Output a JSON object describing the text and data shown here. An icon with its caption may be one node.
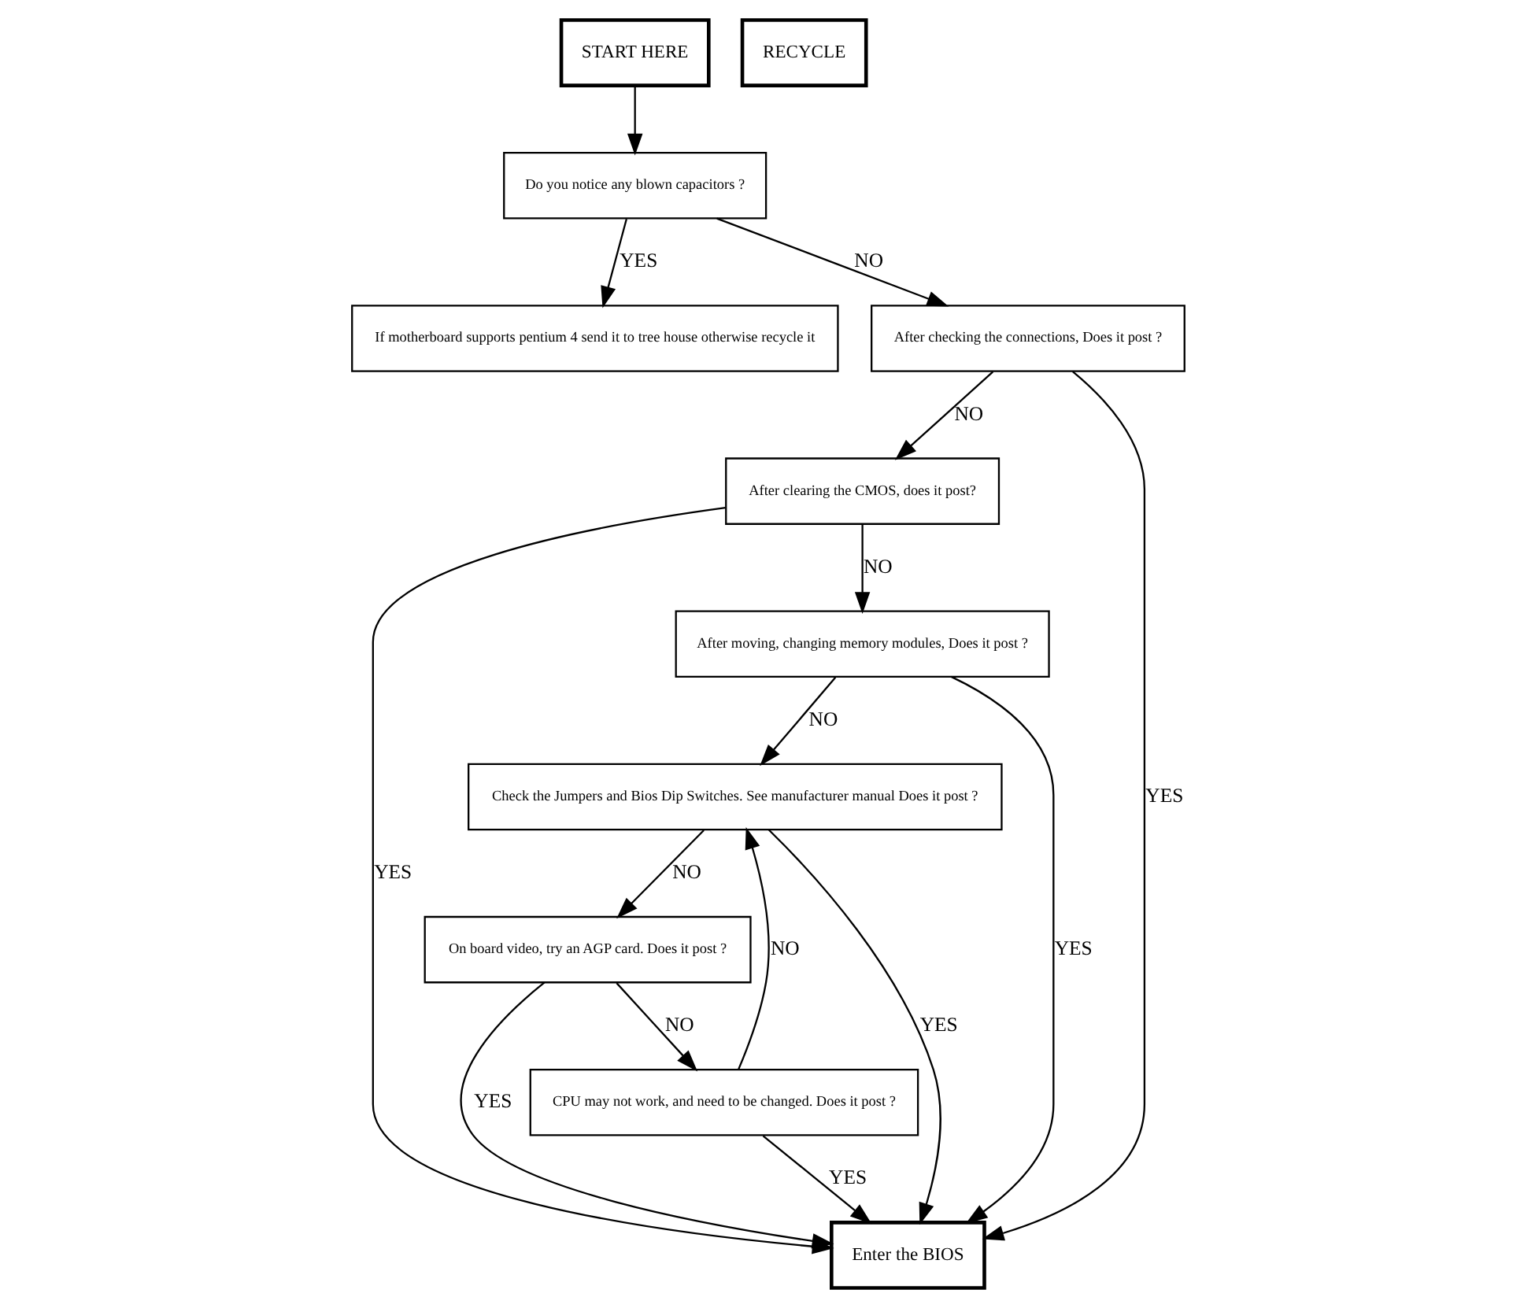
{
  "diagram": {
    "nodes": [
      {
        "text": [
          "START HERE"
        ]
      },
      {
        "text": [
          "RECYCLE"
        ]
      },
      {
        "text": [
          "Do you notice any blown capacitors ?"
        ]
      },
      {
        "text": [
          "If motherboard supports pentium 4 send it to tree house otherwise recycle it"
        ]
      },
      {
        "text": [
          "After checking the connections, Does it post ?"
        ]
      },
      {
        "text": [
          "After clearing the CMOS, does it post?"
        ]
      },
      {
        "text": [
          "After moving, changing memory modules, Does it post ?"
        ]
      },
      {
        "text": [
          "Check the Jumpers and Bios Dip Switches. See manufacturer manual Does it post ?"
        ]
      },
      {
        "text": [
          "On board video, try an AGP card. Does it post ?"
        ]
      },
      {
        "text": [
          "CPU may not work, and need to be changed. Does it post ?"
        ]
      },
      {
        "text": [
          "Enter the BIOS"
        ]
      }
    ],
    "edges": [
      {
        "from": 0,
        "to": 2,
        "arrow": "to"
      },
      {
        "from": 2,
        "to": 3,
        "arrow": "to",
        "label": "YES"
      },
      {
        "from": 2,
        "to": 4,
        "arrow": "to",
        "label": "NO"
      },
      {
        "from": 4,
        "to": 10,
        "arrow": "to",
        "label": "YES"
      },
      {
        "from": 4,
        "to": 5,
        "arrow": "to",
        "label": "NO"
      },
      {
        "from": 5,
        "to": 6,
        "arrow": "to",
        "label": "NO"
      },
      {
        "from": 5,
        "to": 10,
        "arrow": "to",
        "label": "YES"
      },
      {
        "from": 6,
        "to": 7,
        "arrow": "to",
        "label": "NO"
      },
      {
        "from": 6,
        "to": 10,
        "arrow": "to",
        "label": "YES"
      },
      {
        "from": 7,
        "to": 10,
        "arrow": "to",
        "label": "YES"
      },
      {
        "from": 7,
        "to": 8,
        "arrow": "to",
        "label": "NO"
      },
      {
        "from": 8,
        "to": 10,
        "arrow": "to",
        "label": "YES"
      },
      {
        "from": 8,
        "to": 9,
        "arrow": "to",
        "label": "NO"
      },
      {
        "from": 9,
        "to": 7,
        "arrow": "to",
        "label": "NO"
      },
      {
        "from": 9,
        "to": 10,
        "arrow": "to",
        "label": "YES"
      }
    ]
  }
}
